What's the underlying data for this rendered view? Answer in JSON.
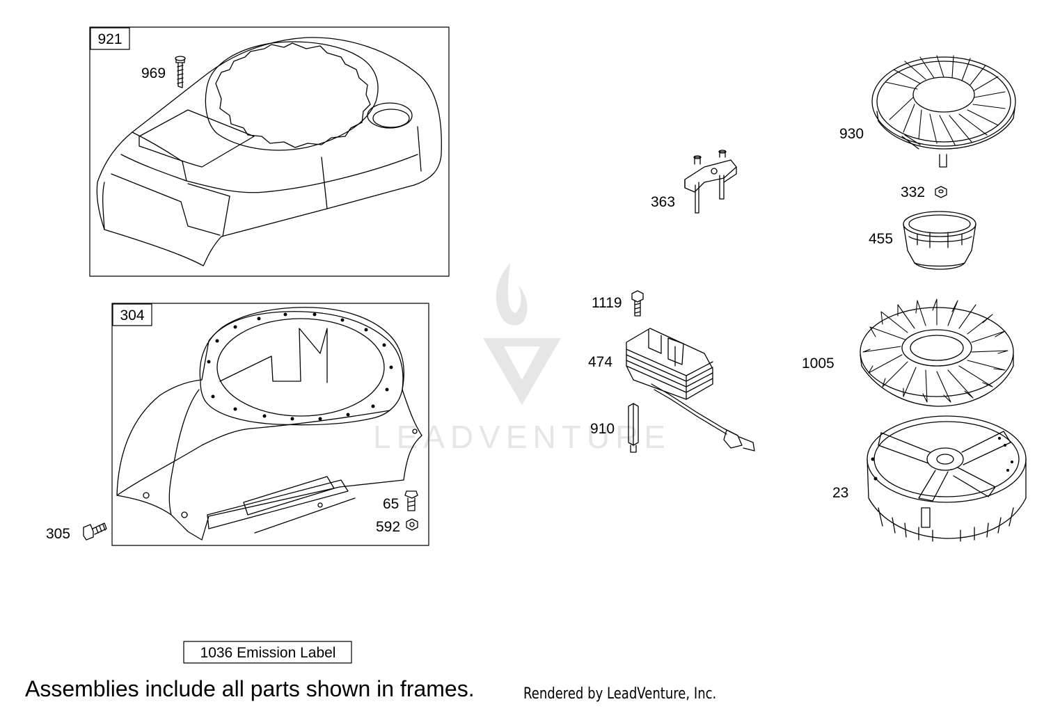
{
  "frames": [
    {
      "id": "921",
      "label": "921"
    },
    {
      "id": "304",
      "label": "304"
    }
  ],
  "parts": {
    "p969": "969",
    "p305": "305",
    "p65": "65",
    "p592": "592",
    "p363": "363",
    "p1119": "1119",
    "p474": "474",
    "p910": "910",
    "p930": "930",
    "p332": "332",
    "p455": "455",
    "p1005": "1005",
    "p23": "23"
  },
  "emission_label": "1036 Emission Label",
  "watermark": "LEADVENTURE",
  "footer": {
    "note": "Assemblies include all parts shown in frames.",
    "rendered_by": "Rendered by LeadVenture, Inc."
  },
  "colors": {
    "line": "#000000",
    "watermark": "#e6e6e6",
    "background": "#ffffff"
  }
}
